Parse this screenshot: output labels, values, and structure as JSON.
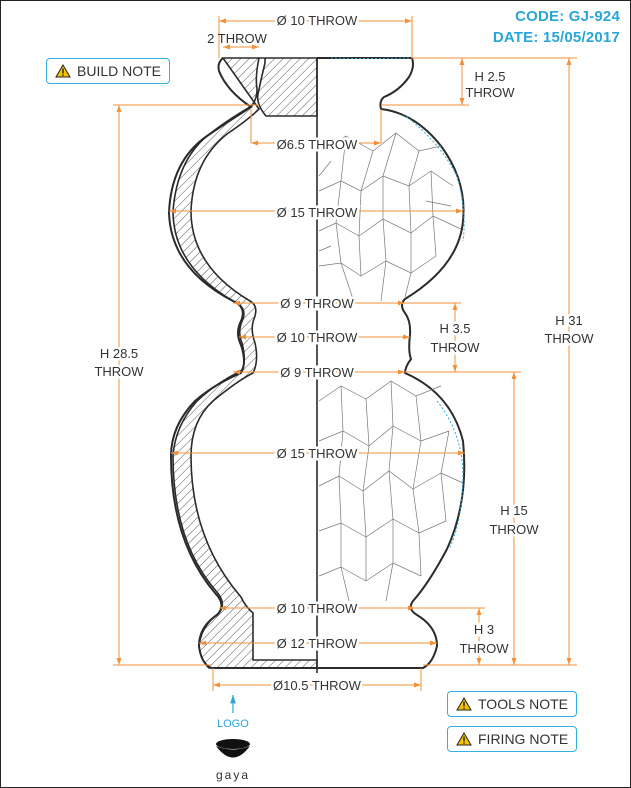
{
  "header": {
    "code": "CODE: GJ-924",
    "date": "DATE: 15/05/2017"
  },
  "notes": {
    "build": "BUILD NOTE",
    "tools": "TOOLS NOTE",
    "firing": "FIRING NOTE"
  },
  "logo": {
    "label": "LOGO",
    "brand": "gaya"
  },
  "dimensions": {
    "rim_diameter": "Ø 10 THROW",
    "wall_thickness": "2 THROW",
    "neck_diameter": "Ø6.5 THROW",
    "upper_belly": "Ø 15 THROW",
    "waist_upper": "Ø 9 THROW",
    "waist_mid": "Ø 10 THROW",
    "waist_lower": "Ø 9 THROW",
    "lower_belly": "Ø 15 THROW",
    "foot_neck": "Ø 10 THROW",
    "foot_flare": "Ø 12 THROW",
    "base_diameter": "Ø10.5 THROW",
    "h_neck_1": "H 2.5",
    "h_neck_2": "THROW",
    "h_waist_1": "H 3.5",
    "h_waist_2": "THROW",
    "h_lower_1": "H 15",
    "h_lower_2": "THROW",
    "h_foot_1": "H 3",
    "h_foot_2": "THROW",
    "h_total_1": "H 31",
    "h_total_2": "THROW",
    "h_body_1": "H 28.5",
    "h_body_2": "THROW"
  },
  "colors": {
    "accent": "#2aa6d6",
    "dimension": "#f0923a",
    "outline": "#2b2b2b"
  }
}
